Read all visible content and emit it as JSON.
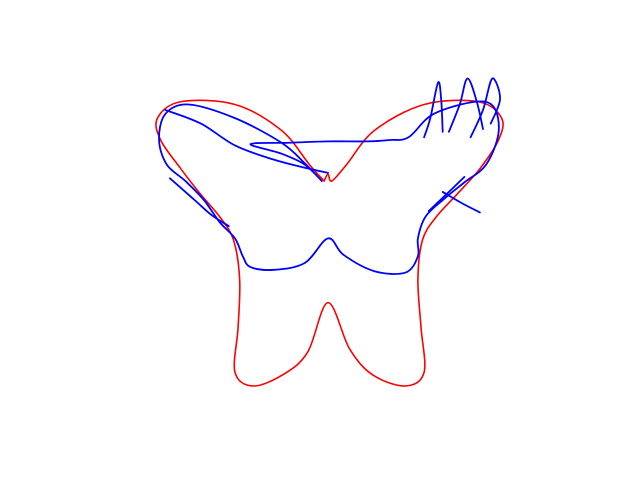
{
  "chart_data": {
    "type": "line",
    "title": "",
    "xlabel": "",
    "ylabel": "",
    "axes_visible": false,
    "grid": false,
    "legend": "none",
    "xlim": [
      -1.6,
      1.6
    ],
    "ylim": [
      -1.6,
      1.1
    ],
    "series": [
      {
        "color": "#ff0000",
        "points": [
          [
            -0.025,
            0.2
          ],
          [
            -0.12,
            0.32
          ],
          [
            -0.3,
            0.57
          ],
          [
            -0.6,
            0.76
          ],
          [
            -0.95,
            0.78
          ],
          [
            -1.1,
            0.66
          ],
          [
            -1.08,
            0.5
          ],
          [
            -0.95,
            0.29
          ],
          [
            -0.82,
            0.1
          ],
          [
            -0.7,
            -0.06
          ],
          [
            -0.61,
            -0.23
          ],
          [
            -0.57,
            -0.52
          ],
          [
            -0.58,
            -0.87
          ],
          [
            -0.6,
            -1.2
          ],
          [
            -0.48,
            -1.3
          ],
          [
            -0.28,
            -1.21
          ],
          [
            -0.13,
            -1.05
          ],
          [
            0.0,
            -0.69
          ],
          [
            0.14,
            -1.03
          ],
          [
            0.29,
            -1.22
          ],
          [
            0.5,
            -1.3
          ],
          [
            0.62,
            -1.2
          ],
          [
            0.6,
            -0.87
          ],
          [
            0.58,
            -0.52
          ],
          [
            0.61,
            -0.23
          ],
          [
            0.7,
            -0.06
          ],
          [
            0.83,
            0.1
          ],
          [
            0.98,
            0.29
          ],
          [
            1.1,
            0.5
          ],
          [
            1.12,
            0.66
          ],
          [
            0.97,
            0.78
          ],
          [
            0.62,
            0.76
          ],
          [
            0.3,
            0.57
          ],
          [
            0.12,
            0.32
          ],
          [
            0.025,
            0.2
          ],
          [
            0.0,
            0.25
          ],
          [
            -0.025,
            0.2
          ]
        ]
      },
      {
        "color": "#0000ff",
        "points": [
          [
            -0.04,
            0.2
          ],
          [
            -0.15,
            0.33
          ],
          [
            -0.3,
            0.48
          ],
          [
            -0.6,
            0.66
          ],
          [
            -0.9,
            0.76
          ],
          [
            -1.05,
            0.69
          ],
          [
            -1.09,
            0.5
          ],
          [
            -1.04,
            0.32
          ],
          [
            -0.92,
            0.2
          ],
          [
            -0.8,
            0.06
          ],
          [
            -0.7,
            -0.1
          ],
          [
            -0.6,
            -0.22
          ],
          [
            -0.55,
            -0.35
          ],
          [
            -0.5,
            -0.43
          ],
          [
            -0.35,
            -0.45
          ],
          [
            -0.15,
            -0.4
          ],
          [
            0.0,
            -0.22
          ],
          [
            0.1,
            -0.34
          ],
          [
            0.3,
            -0.46
          ],
          [
            0.5,
            -0.47
          ],
          [
            0.58,
            -0.35
          ],
          [
            0.58,
            -0.22
          ],
          [
            0.63,
            -0.06
          ],
          [
            0.75,
            0.07
          ],
          [
            0.88,
            0.19
          ],
          [
            1.02,
            0.32
          ],
          [
            1.1,
            0.55
          ],
          [
            1.07,
            0.74
          ],
          [
            0.95,
            0.78
          ],
          [
            0.68,
            0.69
          ],
          [
            0.52,
            0.52
          ],
          [
            0.4,
            0.5
          ],
          [
            0.25,
            0.49
          ],
          [
            0.0,
            0.49
          ],
          [
            -0.25,
            0.48
          ],
          [
            -0.5,
            0.47
          ],
          [
            -0.3,
            0.4
          ],
          [
            -0.15,
            0.32
          ],
          [
            -0.04,
            0.2
          ]
        ]
      },
      {
        "color": "#0000ff",
        "points": [
          [
            -1.05,
            0.72
          ],
          [
            -0.82,
            0.62
          ],
          [
            -0.6,
            0.46
          ],
          [
            -0.36,
            0.36
          ],
          [
            -0.16,
            0.3
          ],
          [
            0.0,
            0.26
          ]
        ]
      },
      {
        "color": "#0000ff",
        "points": [
          [
            -1.02,
            0.22
          ],
          [
            -0.95,
            0.15
          ],
          [
            -0.85,
            0.05
          ],
          [
            -0.75,
            -0.05
          ],
          [
            -0.64,
            -0.13
          ]
        ]
      },
      {
        "color": "#0000ff",
        "points": [
          [
            0.88,
            0.23
          ],
          [
            0.78,
            0.12
          ],
          [
            0.65,
            -0.02
          ]
        ]
      },
      {
        "color": "#0000ff",
        "points": [
          [
            0.62,
            0.52
          ],
          [
            0.66,
            0.66
          ],
          [
            0.71,
            0.92
          ],
          [
            0.73,
            0.8
          ],
          [
            0.74,
            0.56
          ]
        ]
      },
      {
        "color": "#0000ff",
        "points": [
          [
            0.78,
            0.56
          ],
          [
            0.85,
            0.76
          ],
          [
            0.9,
            0.95
          ],
          [
            0.96,
            0.78
          ],
          [
            1.0,
            0.58
          ]
        ]
      },
      {
        "color": "#0000ff",
        "points": [
          [
            0.92,
            0.52
          ],
          [
            1.0,
            0.72
          ],
          [
            1.06,
            0.95
          ],
          [
            1.11,
            0.8
          ],
          [
            1.05,
            0.62
          ]
        ]
      },
      {
        "color": "#0000ff",
        "points": [
          [
            0.74,
            0.12
          ],
          [
            0.86,
            0.04
          ],
          [
            0.98,
            -0.03
          ]
        ]
      }
    ]
  }
}
